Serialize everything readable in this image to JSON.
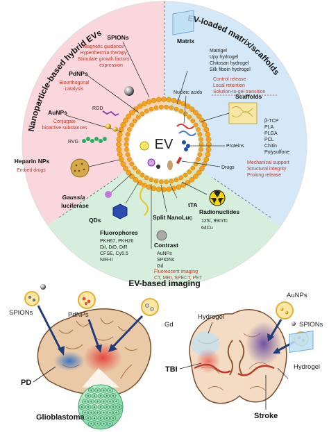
{
  "sections": {
    "hybrid": {
      "title": "Nanoparticle-based hybrid EVs"
    },
    "matrix": {
      "title": "EV-loaded matrix/scaffolds"
    },
    "imaging": {
      "title": "EV-based imaging"
    }
  },
  "center": {
    "label": "EV"
  },
  "hybrid": {
    "spions": {
      "title": "SPIONs",
      "items": [
        "Magnetic guidance",
        "Hyperthermia therapy",
        "Stimulate growth factors",
        "expression"
      ]
    },
    "pdnps": {
      "title": "PdNPs",
      "items": [
        "Bioorthogonal",
        "catalysis"
      ]
    },
    "aunps": {
      "title": "AuNPs",
      "items": [
        "Conjugate",
        "bioactive substances"
      ]
    },
    "heparin": {
      "title": "Heparin NPs",
      "items": [
        "Embed drugs"
      ]
    },
    "rgd": "RGD",
    "rvg": "RVG"
  },
  "matrix": {
    "matrix_title": "Matrix",
    "matrix_items": [
      "Matrigel",
      "Upy hydrogel",
      "Chitosan hydrogel",
      "Silk fiboin hydrogel"
    ],
    "matrix_red": [
      "Control release",
      "Local retention",
      "Solution-to-gel transition"
    ],
    "scaffolds_title": "Scaffolds",
    "scaffolds_items": [
      "β-TCP",
      "PLA",
      "PLGA",
      "PCL",
      "Chitin",
      "Polysulfone"
    ],
    "scaffolds_red": [
      "Mechanical support",
      "Structural integrity",
      "Prolong release"
    ],
    "nucleic": "Nucleic acids",
    "proteins": "Proteins",
    "drugs": "Drugs"
  },
  "imaging": {
    "gaussia_1": "Gaussia",
    "gaussia_2": "luciferase",
    "qds": "QDs",
    "split": "Split NanoLuc",
    "tta": "tTA",
    "radio": {
      "title": "Radionuclides",
      "line1": "125I, 99mTc",
      "line2": "64Cu"
    },
    "fluoro": {
      "title": "Fluorophores",
      "items": [
        "PKH67, PKH26",
        "DiI, DiD, DiR",
        "CFSE, Cy5.5",
        "NIR-II"
      ]
    },
    "contrast": {
      "title": "Contrast",
      "items": [
        "AuNPs",
        "SPIONs",
        "Gd"
      ]
    },
    "modes": [
      "Fluorescent imaging",
      "CT, MRI, SPECT, PET"
    ]
  },
  "brain": {
    "spions": "SPIONs",
    "pdnps": "PdNPs",
    "gd": "Gd",
    "pd": "PD",
    "glioblastoma": "Glioblastoma"
  },
  "section": {
    "hydrogel_top": "Hydrogel",
    "aunps": "AuNPs",
    "spions": "SPIONs",
    "hydrogel_right": "Hydrogel",
    "tbi": "TBI",
    "stroke": "Stroke"
  },
  "colors": {
    "pink": "#f9d7dd",
    "blue": "#d4e8f7",
    "green": "#d5efdc",
    "red": "#c0392b",
    "orange": "#f3a21f"
  }
}
